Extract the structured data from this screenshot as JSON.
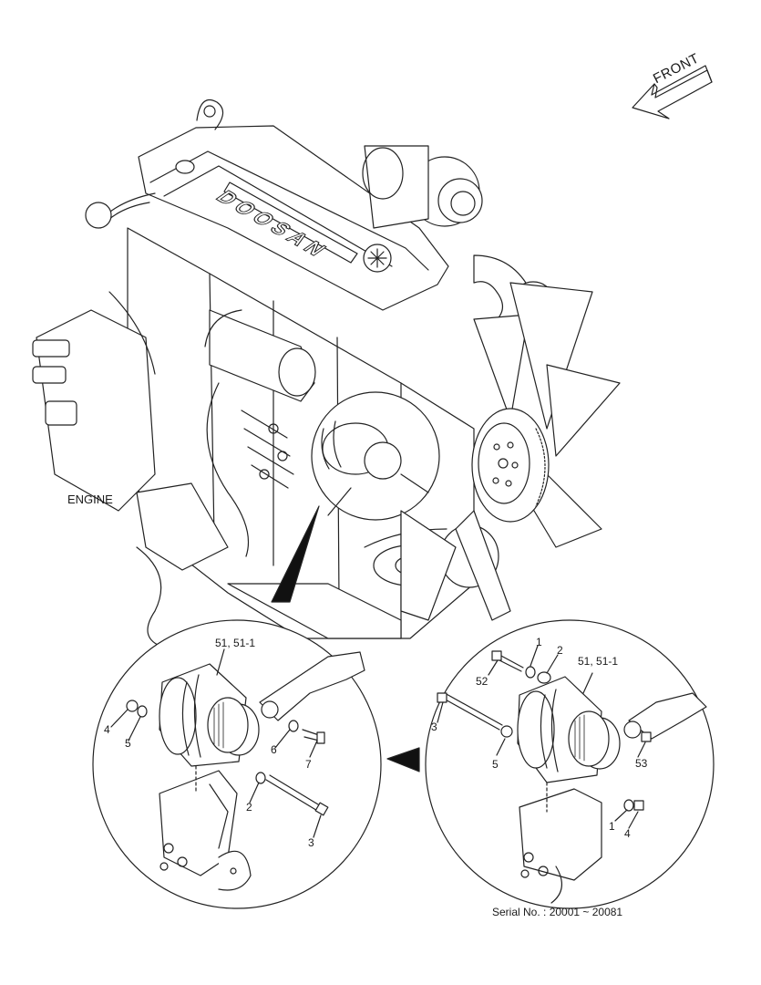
{
  "engine_label": "ENGINE",
  "front_label": "FRONT",
  "brand_mark": "DOOSAN",
  "serial_text": "Serial No. : 20001 ~ 20081",
  "left_detail": {
    "parts": {
      "p51": "51, 51-1",
      "p4": "4",
      "p5": "5",
      "p6": "6",
      "p7": "7",
      "p2": "2",
      "p3": "3"
    }
  },
  "right_detail": {
    "parts": {
      "p1a": "1",
      "p2": "2",
      "p52": "52",
      "p51": "51, 51-1",
      "p3": "3",
      "p5": "5",
      "p53": "53",
      "p1b": "1",
      "p4": "4"
    }
  }
}
